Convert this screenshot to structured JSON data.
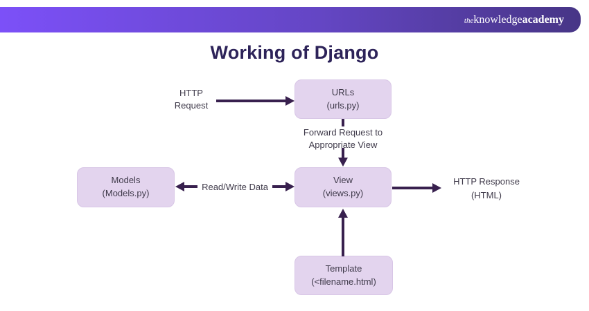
{
  "header": {
    "logo": {
      "the": "the",
      "knowledge": "knowledge",
      "academy": "academy"
    },
    "gradient_left": "#7c50f8",
    "gradient_right": "#473586"
  },
  "title": "Working of Django",
  "colors": {
    "arrow": "#38204e",
    "box_fill": "#e3d4ee",
    "box_border": "#d8c6e6",
    "title_text": "#2d2359",
    "label_text": "#3f3a4a",
    "logo_text": "#ffffff"
  },
  "nodes": {
    "urls": {
      "line1": "URLs",
      "line2": "(urls.py)"
    },
    "view": {
      "line1": "View",
      "line2": "(views.py)"
    },
    "models": {
      "line1": "Models",
      "line2": "(Models.py)"
    },
    "template": {
      "line1": "Template",
      "line2": "(<filename.html)"
    }
  },
  "labels": {
    "http_request": {
      "line1": "HTTP",
      "line2": "Request"
    },
    "forward": {
      "line1": "Forward Request to",
      "line2": "Appropriate View"
    },
    "read_write": "Read/Write Data",
    "http_response": {
      "line1": "HTTP Response",
      "line2": "(HTML)"
    }
  }
}
